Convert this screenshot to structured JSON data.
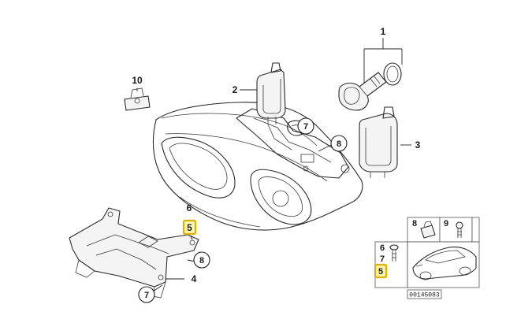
{
  "diagram": {
    "callouts": {
      "p1": "1",
      "p2": "2",
      "p3": "3",
      "p4": "4",
      "p5": "5",
      "p6": "6",
      "p7a": "7",
      "p7b": "7",
      "p8a": "8",
      "p8b": "8",
      "p10": "10"
    },
    "inset": {
      "labels": {
        "n8": "8",
        "n9": "9",
        "n6": "6",
        "n7": "7",
        "n5": "5"
      },
      "doc_id": "00145083"
    },
    "highlight_color": "#e0b000"
  }
}
